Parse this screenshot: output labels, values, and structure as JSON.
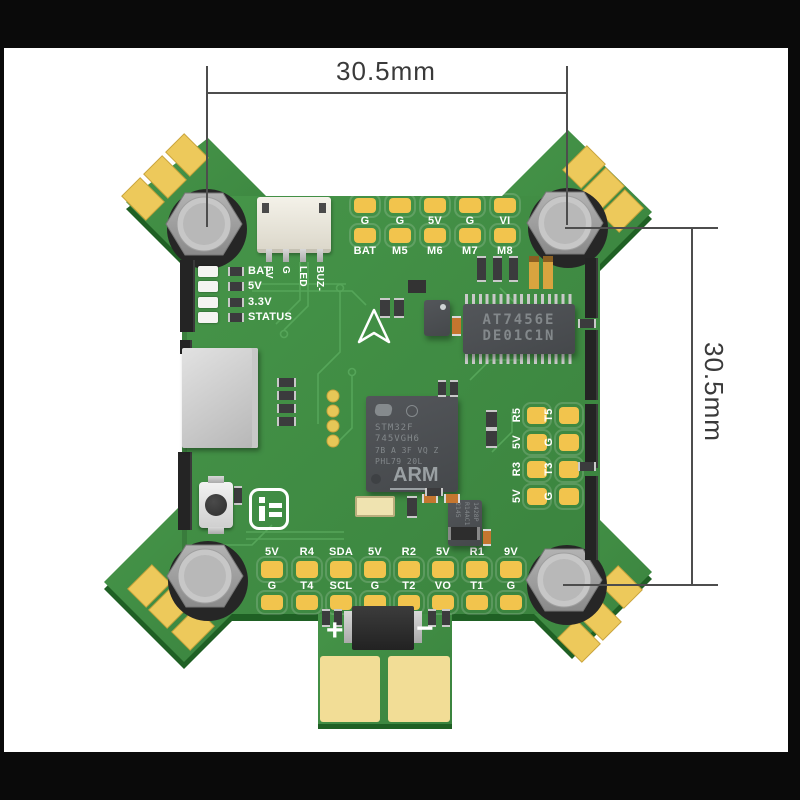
{
  "dims": {
    "top": "30.5mm",
    "right": "30.5mm"
  },
  "connector": {
    "pins": [
      "5V",
      "G",
      "LED",
      "BUZ-"
    ]
  },
  "leds": [
    "BAT",
    "5V",
    "3.3V",
    "STATUS"
  ],
  "pads": {
    "top1": [
      "G",
      "G",
      "5V",
      "G",
      "VI"
    ],
    "top2": [
      "BAT",
      "M5",
      "M6",
      "M7",
      "M8"
    ],
    "right1": [
      "R5",
      "5V",
      "R3",
      "5V"
    ],
    "right2": [
      "T5",
      "G",
      "T3",
      "G"
    ],
    "bottom1": [
      "5V",
      "R4",
      "SDA",
      "5V",
      "R2",
      "5V",
      "R1",
      "9V"
    ],
    "bottom2": [
      "G",
      "T4",
      "SCL",
      "G",
      "T2",
      "VO",
      "T1",
      "G"
    ]
  },
  "chips": {
    "osd": {
      "l1": "AT7456E",
      "l2": "DE01C1N"
    },
    "mcu": {
      "l1": "STM32F",
      "l2": "745VGH6",
      "l3": "7B A 3F VQ Z",
      "l4": "PHL79 20L",
      "brand": "ARM"
    },
    "aux": {
      "l1": "1428P",
      "l2": "R14AC1",
      "l3": "2145"
    }
  },
  "battery": {
    "plus": "+",
    "minus": "−"
  },
  "colors": {
    "board": "#3f8b43",
    "board_edge": "#1f6024",
    "pad_gold": "#f2c44d",
    "tab_gold": "#f2dd96",
    "silkscreen": "#ffffff",
    "dimension": "#4d4d4d",
    "standoff": "#a2a2a2",
    "chip": "#4a4d50"
  }
}
